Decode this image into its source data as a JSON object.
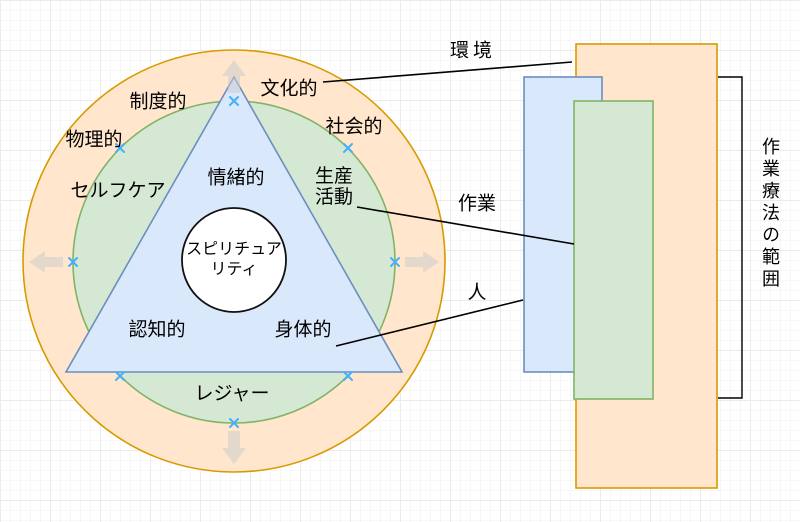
{
  "colors": {
    "environment_fill": "#ffe6cc",
    "environment_stroke": "#d79b00",
    "occupation_fill": "#d5e8d4",
    "occupation_stroke": "#82b366",
    "person_fill": "#dae8fc",
    "person_stroke": "#6c8ebf",
    "core_fill": "#ffffff",
    "core_stroke": "#111111",
    "connector_black": "#000000",
    "direction_arrow_gray": "#cccccc",
    "connection_point_blue": "#45b0f7"
  },
  "model": {
    "environment_ring": {
      "physical": "物理的",
      "institutional": "制度的",
      "cultural": "文化的",
      "social": "社会的"
    },
    "occupation_ring": {
      "self_care": "セルフケア",
      "productivity": "生産\n活動",
      "leisure": "レジャー"
    },
    "person_triangle": {
      "emotional": "情緒的",
      "cognitive": "認知的",
      "physical": "身体的"
    },
    "core": {
      "spirituality": "スピリチュア\nリティ"
    }
  },
  "callouts": {
    "environment": "環境",
    "occupation": "作業",
    "person": "人"
  },
  "legend": {
    "scope": "作業療法の範囲"
  }
}
